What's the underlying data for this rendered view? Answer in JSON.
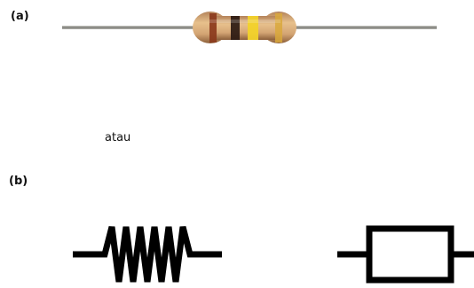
{
  "labels": {
    "part_a": "(a)",
    "part_b": "(b)",
    "connector": "atau"
  },
  "resistor_photo": {
    "body_color": "#d9b07c",
    "lead_color": "#8a8a84",
    "bands": [
      "#8b3a1c",
      "#2b1a12",
      "#f2d22a",
      "#d9a83c"
    ]
  },
  "symbols": [
    "zigzag-resistor-symbol",
    "rectangular-resistor-symbol"
  ]
}
